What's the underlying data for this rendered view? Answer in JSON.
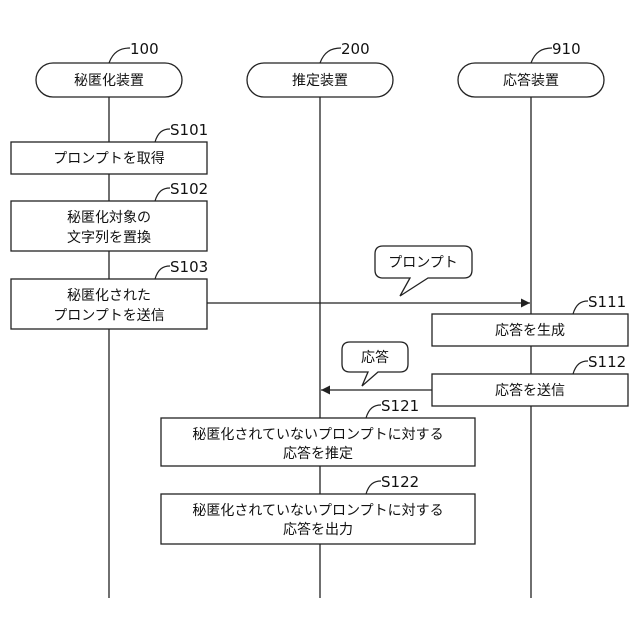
{
  "actors": [
    {
      "ref": "100",
      "label": "秘匿化装置"
    },
    {
      "ref": "200",
      "label": "推定装置"
    },
    {
      "ref": "910",
      "label": "応答装置"
    }
  ],
  "steps": [
    {
      "code": "S101",
      "lines": [
        "プロンプトを取得"
      ]
    },
    {
      "code": "S102",
      "lines": [
        "秘匿化対象の",
        "文字列を置換"
      ]
    },
    {
      "code": "S103",
      "lines": [
        "秘匿化された",
        "プロンプトを送信"
      ]
    },
    {
      "code": "S111",
      "lines": [
        "応答を生成"
      ]
    },
    {
      "code": "S112",
      "lines": [
        "応答を送信"
      ]
    },
    {
      "code": "S121",
      "lines": [
        "秘匿化されていないプロンプトに対する",
        "応答を推定"
      ]
    },
    {
      "code": "S122",
      "lines": [
        "秘匿化されていないプロンプトに対する",
        "応答を出力"
      ]
    }
  ],
  "messages": [
    {
      "label": "プロンプト"
    },
    {
      "label": "応答"
    }
  ]
}
